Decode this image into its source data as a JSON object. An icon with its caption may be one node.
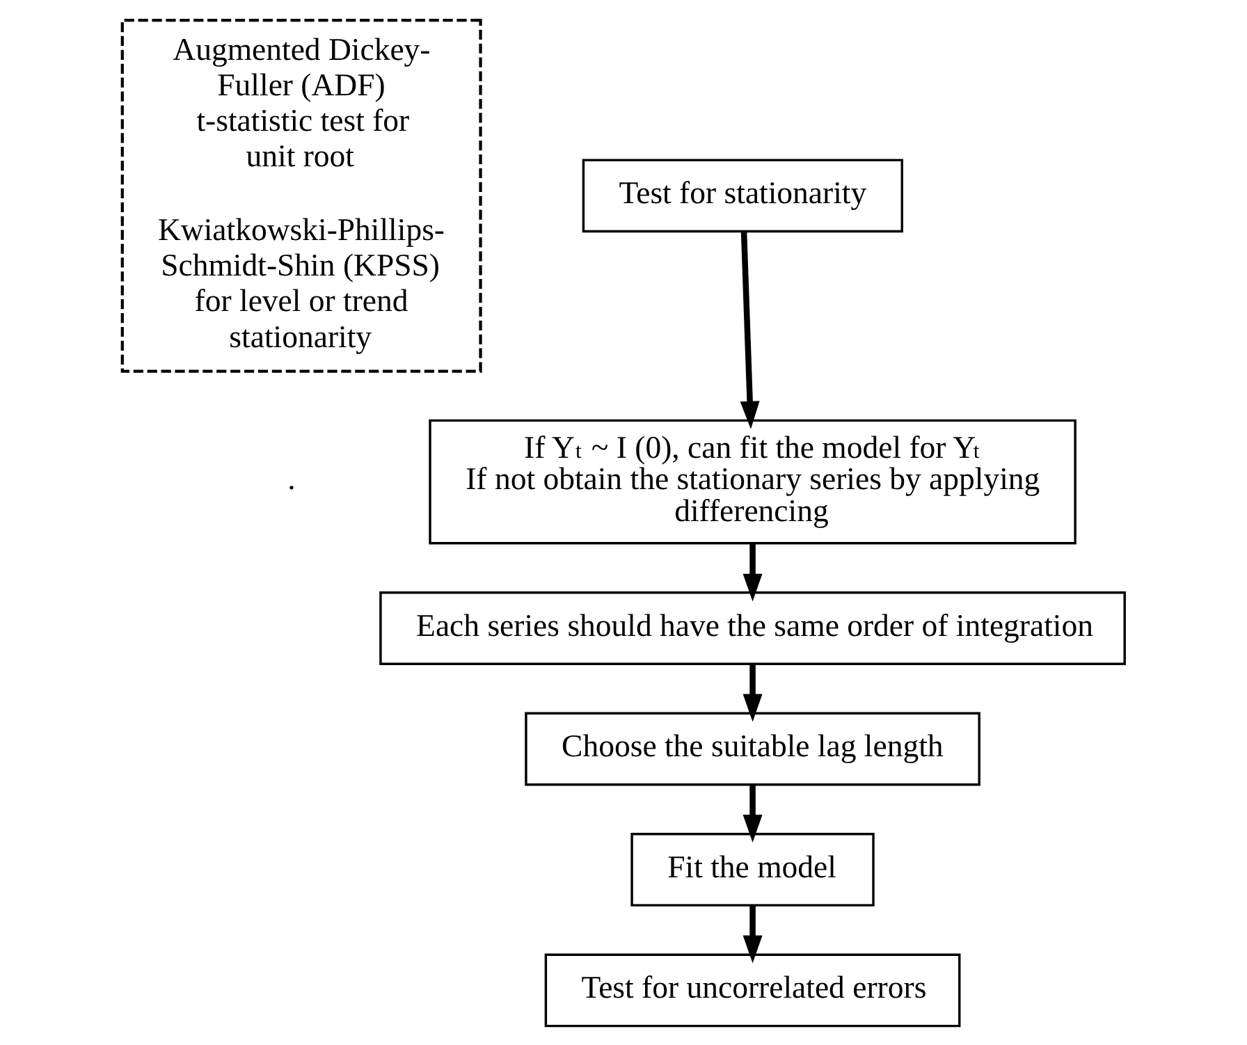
{
  "diagram": {
    "nodes": [
      {
        "text": [
          "Augmented Dickey-Fuller (ADF) t-statistic test for unit root",
          "Kwiatkowski-Phillips-Schmidt-Shin (KPSS) for level or trend stationarity"
        ]
      },
      {
        "text": [
          "Test for stationarity"
        ]
      },
      {
        "text": [
          "If Y$_{t}$ ~ I (0), can fit the model for Y$_{t}$ If not obtain the stationary series by applying differencing"
        ]
      },
      {
        "text": [
          "Each series should have the same order of integration"
        ]
      },
      {
        "text": [
          "Choose the suitable lag length"
        ]
      },
      {
        "text": [
          "Fit the model"
        ]
      },
      {
        "text": [
          "Test for uncorrelated errors"
        ]
      }
    ],
    "edges": [
      {
        "from": 1,
        "to": 2,
        "arrow": "to"
      },
      {
        "from": 2,
        "to": 3,
        "arrow": "to"
      },
      {
        "from": 3,
        "to": 4,
        "arrow": "to"
      },
      {
        "from": 4,
        "to": 5,
        "arrow": "to"
      },
      {
        "from": 5,
        "to": 6,
        "arrow": "to"
      }
    ],
    "labels": [
      "."
    ]
  }
}
